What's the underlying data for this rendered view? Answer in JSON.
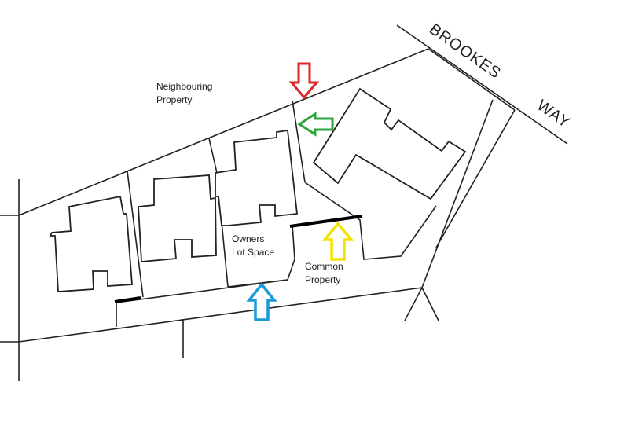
{
  "labels": {
    "neighbouring_1": "Neighbouring",
    "neighbouring_2": "Property",
    "owners_1": "Owners",
    "owners_2": "Lot Space",
    "common_1": "Common",
    "common_2": "Property",
    "street_1": "BROOKES",
    "street_2": "WAY"
  },
  "arrows": [
    {
      "name": "red-arrow",
      "color": "#e0252a",
      "direction": "down"
    },
    {
      "name": "green-arrow",
      "color": "#2ca53a",
      "direction": "left"
    },
    {
      "name": "yellow-arrow",
      "color": "#f4e200",
      "direction": "up"
    },
    {
      "name": "blue-arrow",
      "color": "#1a9ad8",
      "direction": "up"
    }
  ],
  "boundary_highlight_color": "#000000"
}
